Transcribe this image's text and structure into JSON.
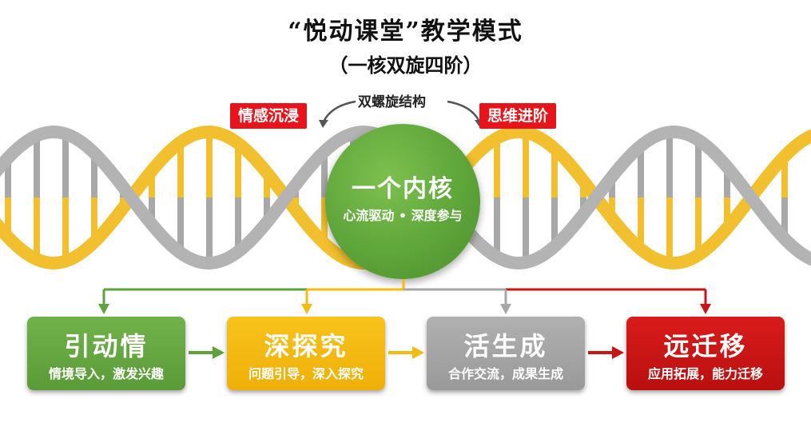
{
  "title": "“悦动课堂”教学模式",
  "subtitle": "（一核双旋四阶）",
  "structure_label": "双螺旋结构",
  "helix_left_label": "情感沉浸",
  "helix_right_label": "思维进阶",
  "core": {
    "title": "一个内核",
    "subtitle": "心流驱动 • 深度参与"
  },
  "steps": [
    {
      "title": "引动情",
      "subtitle": "情境导入，激发兴趣",
      "color": "#5fa23c"
    },
    {
      "title": "深探究",
      "subtitle": "问题引导，深入探究",
      "color": "#f4bb12"
    },
    {
      "title": "活生成",
      "subtitle": "合作交流，成果生成",
      "color": "#a6a6a6"
    },
    {
      "title": "远迁移",
      "subtitle": "应用拓展，能力迁移",
      "color": "#c81515"
    }
  ],
  "colors": {
    "strand_gold": "#f2c02e",
    "strand_gray": "#b3b3b3",
    "label_red": "#e8141b",
    "core_green": "#5ea53a"
  }
}
